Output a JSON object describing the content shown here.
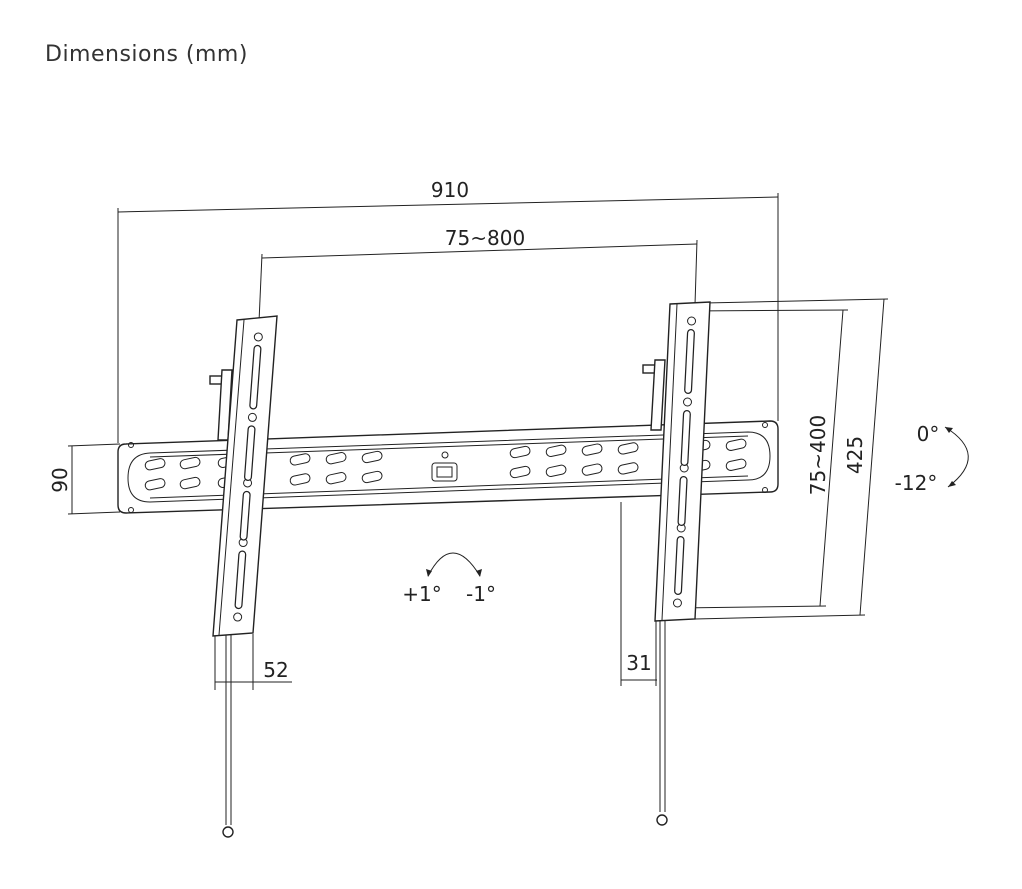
{
  "title": "Dimensions (mm)",
  "dimensions": {
    "overall_width": "910",
    "vesa_width": "75~800",
    "plate_height": "90",
    "vesa_height": "75~400",
    "arm_height": "425",
    "left_depth": "52",
    "right_depth": "31"
  },
  "tilt": {
    "top": "0°",
    "bottom": "-12°"
  },
  "level": {
    "left": "+1°",
    "right": "-1°"
  }
}
